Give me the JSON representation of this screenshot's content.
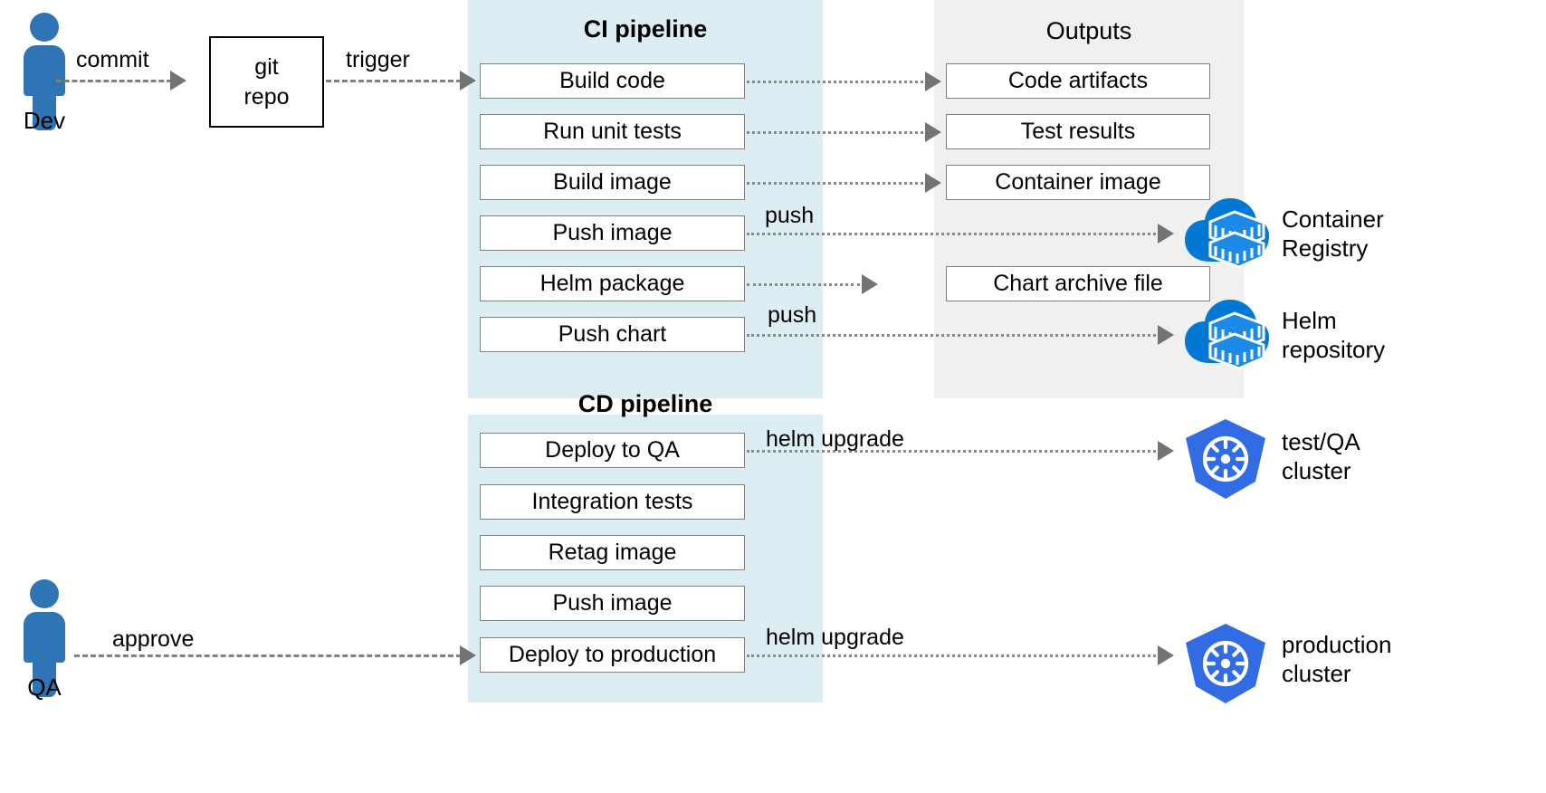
{
  "diagram": {
    "title": "CI/CD pipeline with Helm and Kubernetes",
    "colors": {
      "pipeline_panel": "#dcedf4",
      "outputs_panel": "#f0f0f0",
      "box_border": "#808080",
      "repo_border": "#000000",
      "connector": "#808080",
      "arrowhead": "#737373",
      "person": "#2f74b5",
      "azure_blue": "#0078d4",
      "kubernetes_blue": "#326ce5"
    }
  },
  "actors": [
    {
      "id": "dev",
      "label": "Dev",
      "icon": "person-icon"
    },
    {
      "id": "qa",
      "label": "QA",
      "icon": "person-icon"
    }
  ],
  "repo": {
    "line1": "git",
    "line2": "repo",
    "icon": "git-repo-box"
  },
  "ci_pipeline": {
    "title": "CI pipeline",
    "steps": [
      {
        "label": "Build code"
      },
      {
        "label": "Run unit tests"
      },
      {
        "label": "Build image"
      },
      {
        "label": "Push image"
      },
      {
        "label": "Helm package"
      },
      {
        "label": "Push chart"
      }
    ]
  },
  "outputs": {
    "title": "Outputs",
    "items": [
      {
        "label": "Code artifacts"
      },
      {
        "label": "Test results"
      },
      {
        "label": "Container image"
      },
      {
        "label": "Chart archive file"
      }
    ]
  },
  "cd_pipeline": {
    "title": "CD pipeline",
    "steps": [
      {
        "label": "Deploy to QA"
      },
      {
        "label": "Integration tests"
      },
      {
        "label": "Retag image"
      },
      {
        "label": "Push image"
      },
      {
        "label": "Deploy to production"
      }
    ]
  },
  "services": [
    {
      "id": "container-registry",
      "icon": "container-registry-icon",
      "line1": "Container",
      "line2": "Registry"
    },
    {
      "id": "helm-repository",
      "icon": "container-registry-icon",
      "line1": "Helm",
      "line2": "repository"
    },
    {
      "id": "test-qa-cluster",
      "icon": "kubernetes-icon",
      "line1": "test/QA",
      "line2": "cluster"
    },
    {
      "id": "production-cluster",
      "icon": "kubernetes-icon",
      "line1": "production",
      "line2": "cluster"
    }
  ],
  "connector_labels": {
    "commit": "commit",
    "trigger": "trigger",
    "push_image": "push",
    "push_chart": "push",
    "approve": "approve",
    "helm_upgrade_qa": "helm upgrade",
    "helm_upgrade_prod": "helm upgrade"
  }
}
